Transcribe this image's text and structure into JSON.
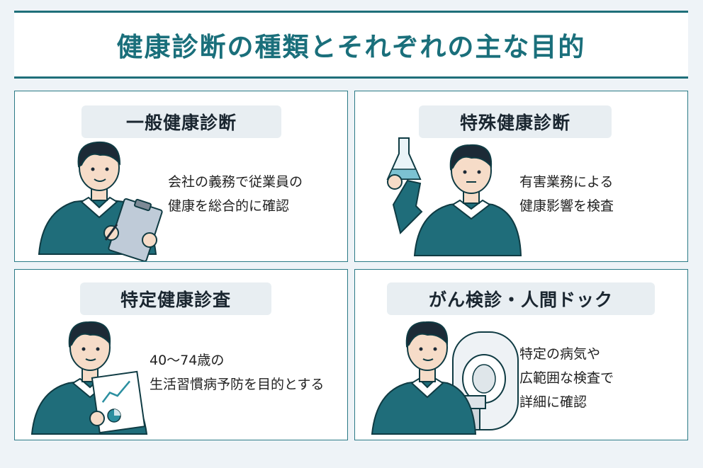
{
  "title": "健康診断の種類とそれぞれの主な目的",
  "cards": [
    {
      "label": "一般健康診断",
      "lines": [
        "会社の義務で従業員の",
        "健康を総合的に確認"
      ]
    },
    {
      "label": "特殊健康診断",
      "lines": [
        "有害業務による",
        "健康影響を検査"
      ]
    },
    {
      "label": "特定健康診査",
      "lines": [
        "40〜74歳の",
        "生活習慣病予防を目的とする"
      ]
    },
    {
      "label": "がん検診・人間ドック",
      "lines": [
        "特定の病気や",
        "広範囲な検査で",
        "詳細に確認"
      ]
    }
  ],
  "colors": {
    "accent": "#1a6f7b",
    "sweater": "#1f6d7a",
    "pill": "#e8eef2"
  }
}
